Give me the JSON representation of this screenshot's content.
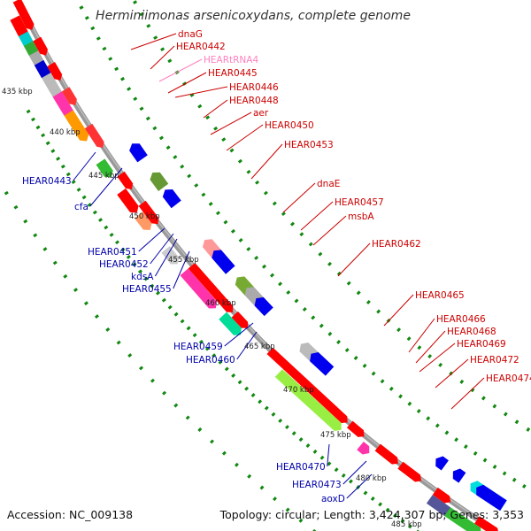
{
  "title": "Herminiimonas arsenicoxydans, complete genome",
  "footer": {
    "accession": "Accession: NC_009138",
    "topology": "Topology: circular; Length: 3,424,307 bp; Genes: 3,353"
  },
  "colors": {
    "forward_label": "#cc0000",
    "reverse_label": "#0000aa",
    "trna_label": "#ff80c0",
    "backbone": "#999999",
    "ticks": "#118811"
  },
  "kbp_marks": [
    "435 kbp",
    "440 kbp",
    "445 kbp",
    "450 kbp",
    "455 kbp",
    "460 kbp",
    "465 kbp",
    "470 kbp",
    "475 kbp",
    "480 kbp",
    "485 kbp"
  ],
  "right_labels": [
    "dnaG",
    "HEAR0442",
    "HEARtRNA4",
    "HEAR0445",
    "HEAR0446",
    "HEAR0448",
    "aer",
    "HEAR0450",
    "HEAR0453",
    "dnaE",
    "HEAR0457",
    "msbA",
    "HEAR0462",
    "HEAR0465",
    "HEAR0466",
    "HEAR0468",
    "HEAR0469",
    "HEAR0472",
    "HEAR0474"
  ],
  "left_labels": [
    "HEAR0443",
    "cfa",
    "HEAR0451",
    "HEAR0452",
    "kdsA",
    "HEAR0455",
    "HEAR0459",
    "HEAR0460",
    "HEAR0470",
    "HEAR0473",
    "aoxD"
  ]
}
